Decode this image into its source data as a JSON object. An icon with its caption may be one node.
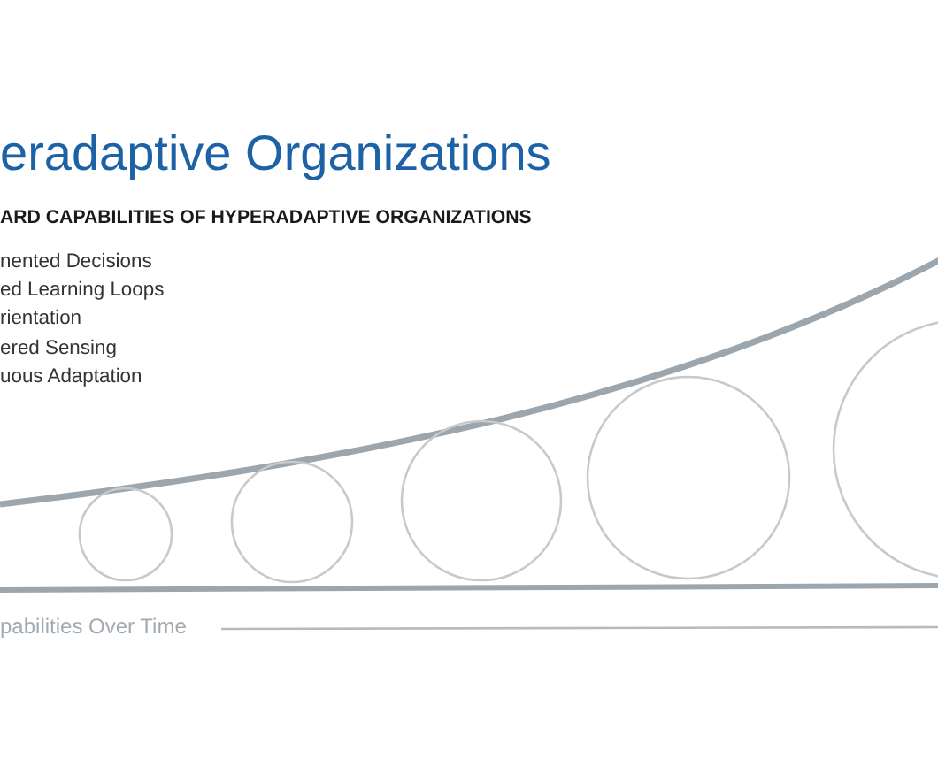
{
  "diagram": {
    "title": "eradaptive Organizations",
    "nodes": [
      {
        "text": [],
        "shape": "circle"
      },
      {
        "text": [],
        "shape": "circle"
      },
      {
        "text": [],
        "shape": "circle"
      },
      {
        "text": [],
        "shape": "circle"
      },
      {
        "text": [],
        "shape": "circle"
      }
    ],
    "labels": [
      "ARD CAPABILITIES OF HYPERADAPTIVE ORGANIZATIONS",
      "nented Decisions",
      "ed Learning Loops",
      "rientation",
      "ered Sensing",
      "uous Adaptation",
      "pabilities Over Time"
    ]
  }
}
